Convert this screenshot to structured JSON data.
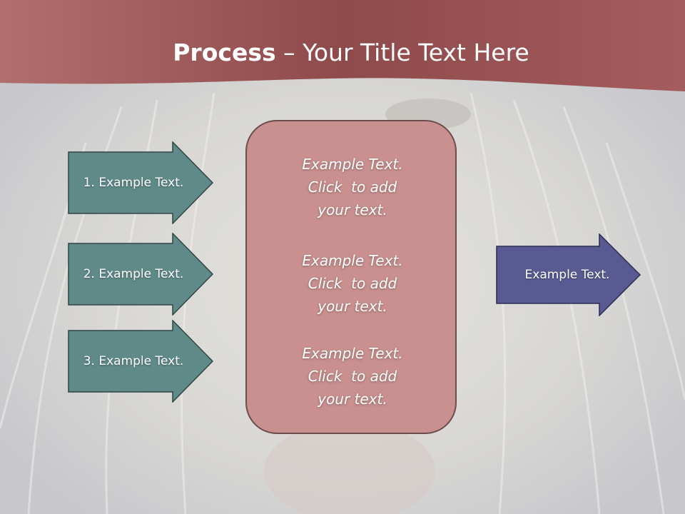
{
  "title": {
    "bold": "Process",
    "separator": " – ",
    "rest": "Your Title Text Here"
  },
  "left_arrows": [
    {
      "label": "1. Example Text."
    },
    {
      "label": "2. Example Text."
    },
    {
      "label": "3. Example Text."
    }
  ],
  "center_box": {
    "blocks": [
      {
        "lines": [
          "Example Text.",
          "Click  to add",
          "your text."
        ]
      },
      {
        "lines": [
          "Example Text.",
          "Click  to add",
          "your text."
        ]
      },
      {
        "lines": [
          "Example Text.",
          "Click  to add",
          "your text."
        ]
      }
    ]
  },
  "right_arrow": {
    "label": "Example Text."
  },
  "colors": {
    "header": "#9e5a5b",
    "left_arrow_fill": "#5f8a88",
    "right_arrow_fill": "#5a5a92",
    "center_box_fill": "#c9908f",
    "background": "#cfcfd3"
  }
}
